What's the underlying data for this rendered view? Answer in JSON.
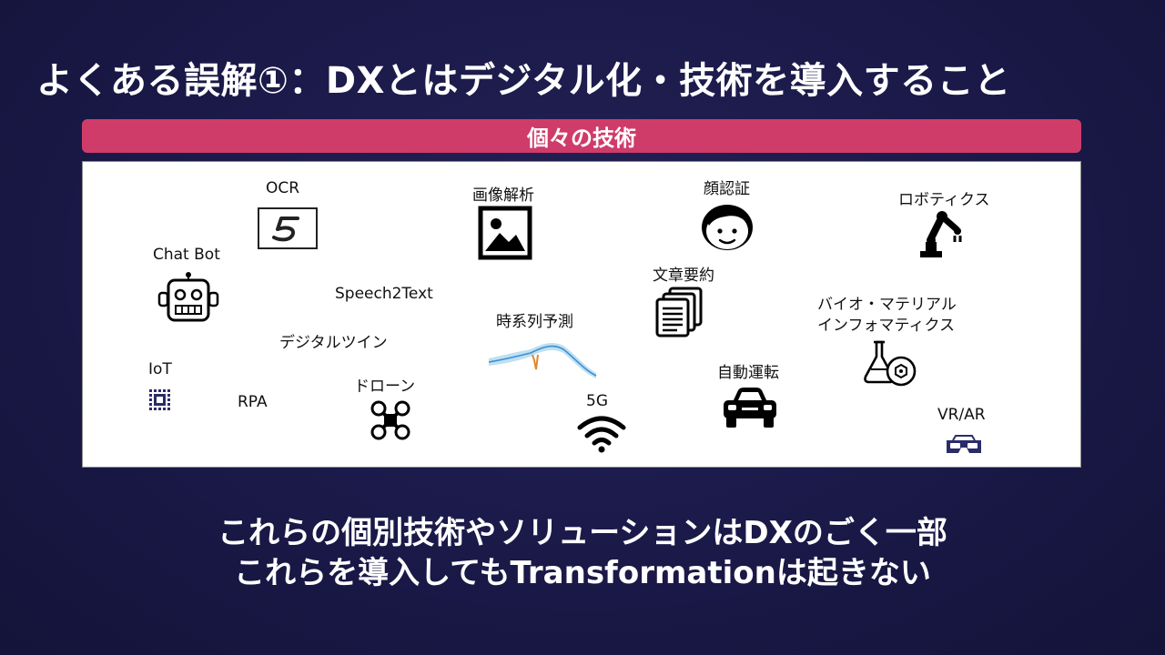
{
  "slide": {
    "title": "よくある誤解①：DXとはデジタル化・技術を導入すること",
    "banner": "個々の技術",
    "bottom_line1": "これらの個別技術やソリューションはDXのごく一部",
    "bottom_line2": "これらを導入してもTransformationは起きない"
  },
  "items": {
    "ocr": "OCR",
    "image_analysis": "画像解析",
    "face_recognition": "顔認証",
    "robotics": "ロボティクス",
    "chatbot": "Chat Bot",
    "speech2text": "Speech2Text",
    "summarization": "文章要約",
    "materials_line1": "バイオ・マテリアル",
    "materials_line2": "インフォマティクス",
    "timeseries": "時系列予測",
    "digital_twin": "デジタルツイン",
    "iot": "IoT",
    "rpa": "RPA",
    "drone": "ドローン",
    "fiveg": "5G",
    "autonomous": "自動運転",
    "vrar": "VR/AR"
  },
  "icons": [
    "handwritten-digit-icon",
    "image-icon",
    "face-icon",
    "robot-arm-icon",
    "chatbot-robot-icon",
    "documents-icon",
    "time-series-chart-icon",
    "lab-flask-icon",
    "chip-icon",
    "drone-icon",
    "wifi-icon",
    "car-icon",
    "vr-goggles-icon"
  ]
}
